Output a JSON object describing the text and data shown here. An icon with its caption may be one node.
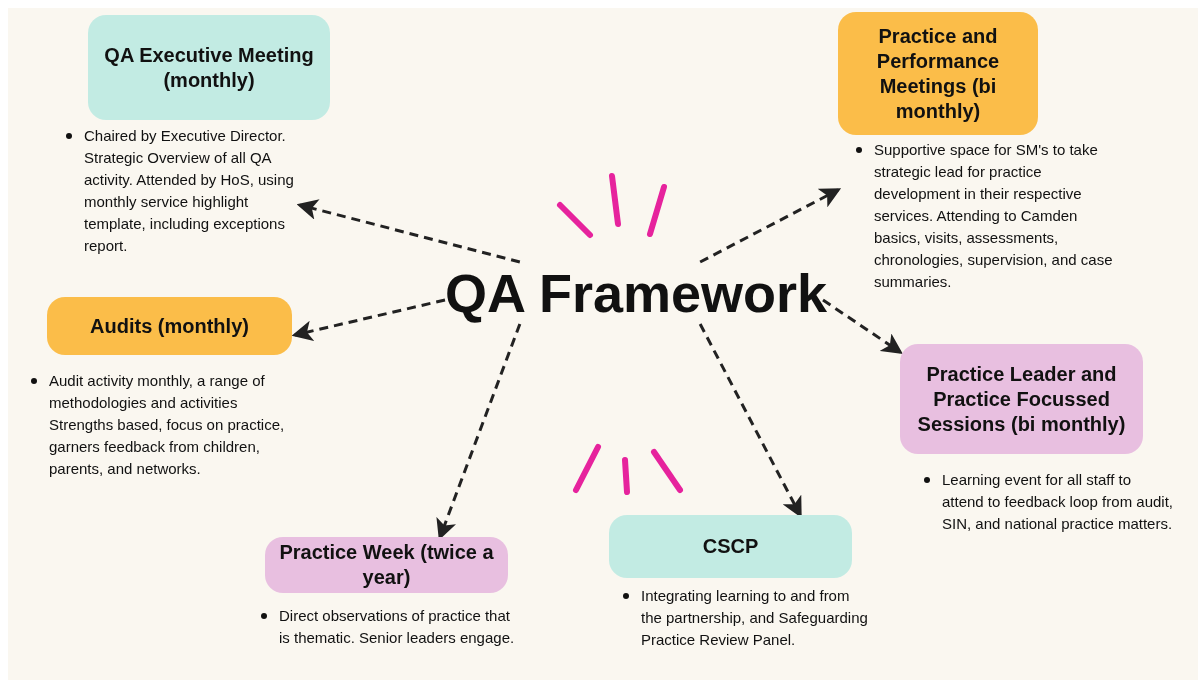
{
  "diagram": {
    "nodes": [
      {
        "text": [
          "QA Framework"
        ]
      },
      {
        "text": [
          "QA Executive Meeting (monthly)"
        ],
        "beside": [
          "Chaired by Executive Director. Strategic Overview of all QA activity. Attended by HoS, using monthly service highlight template, including exceptions report."
        ]
      },
      {
        "text": [
          "Practice and Performance Meetings (bi monthly)"
        ],
        "beside": [
          "Supportive space for SM's to take strategic lead for practice development in their respective services. Attending to Camden basics, visits, assessments, chronologies, supervision, and case summaries."
        ]
      },
      {
        "text": [
          "Audits (monthly)"
        ],
        "beside": [
          "Audit activity monthly, a range of methodologies and activities Strengths based, focus on practice, garners feedback from children, parents, and networks."
        ]
      },
      {
        "text": [
          "Practice Leader and Practice Focussed Sessions (bi monthly)"
        ],
        "beside": [
          "Learning event for all staff to attend to feedback loop from audit, SIN, and national practice matters."
        ]
      },
      {
        "text": [
          "Practice Week (twice a year)"
        ],
        "beside": [
          "Direct observations of practice that is thematic. Senior leaders engage."
        ]
      },
      {
        "text": [
          "CSCP"
        ],
        "beside": [
          "Integrating learning to and from the partnership, and Safeguarding Practice Review Panel."
        ]
      }
    ],
    "edges": [
      {
        "from": 0,
        "to": 1,
        "arrow": "to"
      },
      {
        "from": 0,
        "to": 2,
        "arrow": "to"
      },
      {
        "from": 0,
        "to": 3,
        "arrow": "to"
      },
      {
        "from": 0,
        "to": 4,
        "arrow": "to"
      },
      {
        "from": 0,
        "to": 5,
        "arrow": "to"
      },
      {
        "from": 0,
        "to": 6,
        "arrow": "to"
      }
    ]
  }
}
